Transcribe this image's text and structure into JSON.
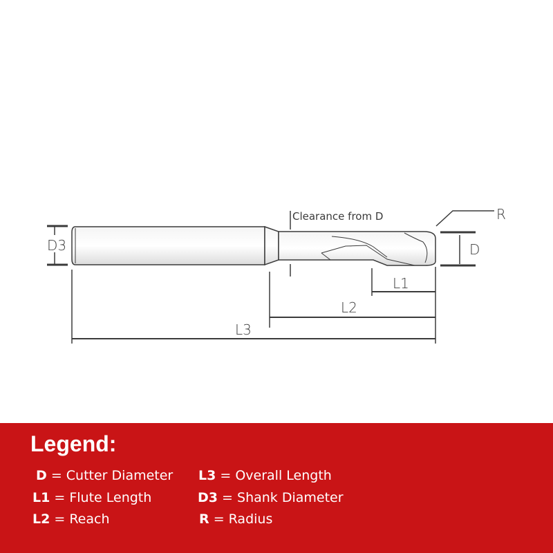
{
  "diagram": {
    "labels": {
      "clearance": "Clearance from D",
      "R": "R",
      "D": "D",
      "D3": "D3",
      "L1": "L1",
      "L2": "L2",
      "L3": "L3"
    }
  },
  "legend": {
    "title": "Legend:",
    "background_color": "#c91416",
    "entries": [
      {
        "key": "D",
        "desc": "= Cutter Diameter"
      },
      {
        "key": "L1",
        "desc": "= Flute Length"
      },
      {
        "key": "L2",
        "desc": "= Reach"
      },
      {
        "key": "L3",
        "desc": "= Overall Length"
      },
      {
        "key": "D3",
        "desc": "= Shank Diameter"
      },
      {
        "key": "R",
        "desc": "= Radius"
      }
    ]
  }
}
